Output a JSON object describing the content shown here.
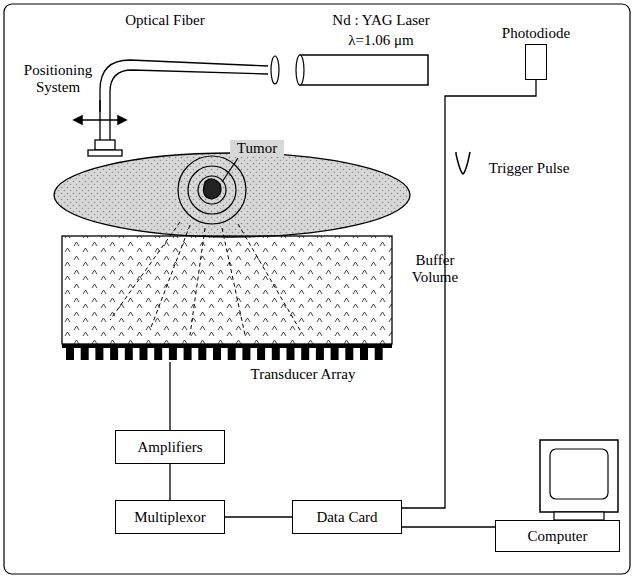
{
  "diagram": {
    "nodes": [
      {
        "text": [
          "Photodiode"
        ]
      },
      {
        "text": [
          "Amplifiers"
        ]
      },
      {
        "text": [
          "Multiplexor"
        ]
      },
      {
        "text": [
          "Data Card"
        ]
      },
      {
        "text": [
          "Computer"
        ]
      }
    ],
    "edges": [
      {
        "from": 0,
        "to": 3,
        "arrow": "none"
      },
      {
        "from": 1,
        "to": 2,
        "arrow": "none"
      },
      {
        "from": 2,
        "to": 3,
        "arrow": "none"
      },
      {
        "from": 3,
        "to": 4,
        "arrow": "none"
      }
    ],
    "labels": [
      "Optical Fiber",
      "Nd : YAG Laser",
      "λ=1.06 μm",
      "Positioning System",
      "Tumor",
      "Buffer Volume",
      "Trigger Pulse",
      "Transducer Array"
    ]
  }
}
